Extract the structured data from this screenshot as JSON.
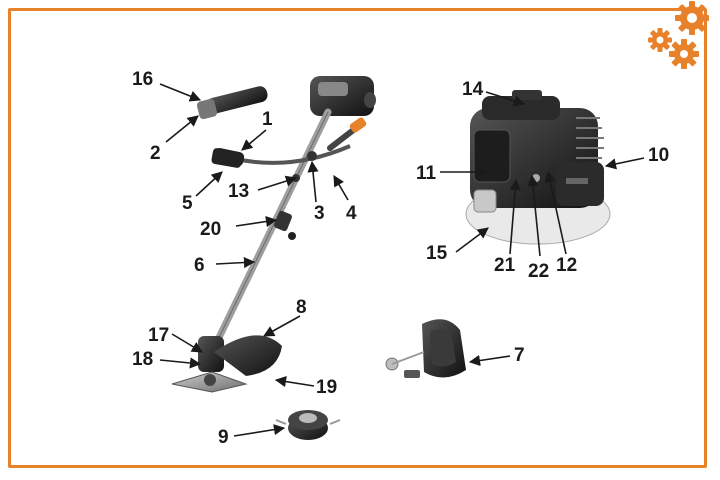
{
  "callouts": [
    "16",
    "2",
    "1",
    "5",
    "13",
    "3",
    "4",
    "20",
    "6",
    "8",
    "17",
    "18",
    "19",
    "9",
    "7",
    "14",
    "11",
    "10",
    "15",
    "21",
    "22",
    "12"
  ],
  "colors": {
    "frame": "#e8822a",
    "accent_gear": "#e8822a",
    "ink": "#1a1a1a"
  },
  "icons": [
    "gear-icon",
    "gear-icon",
    "gear-icon"
  ]
}
